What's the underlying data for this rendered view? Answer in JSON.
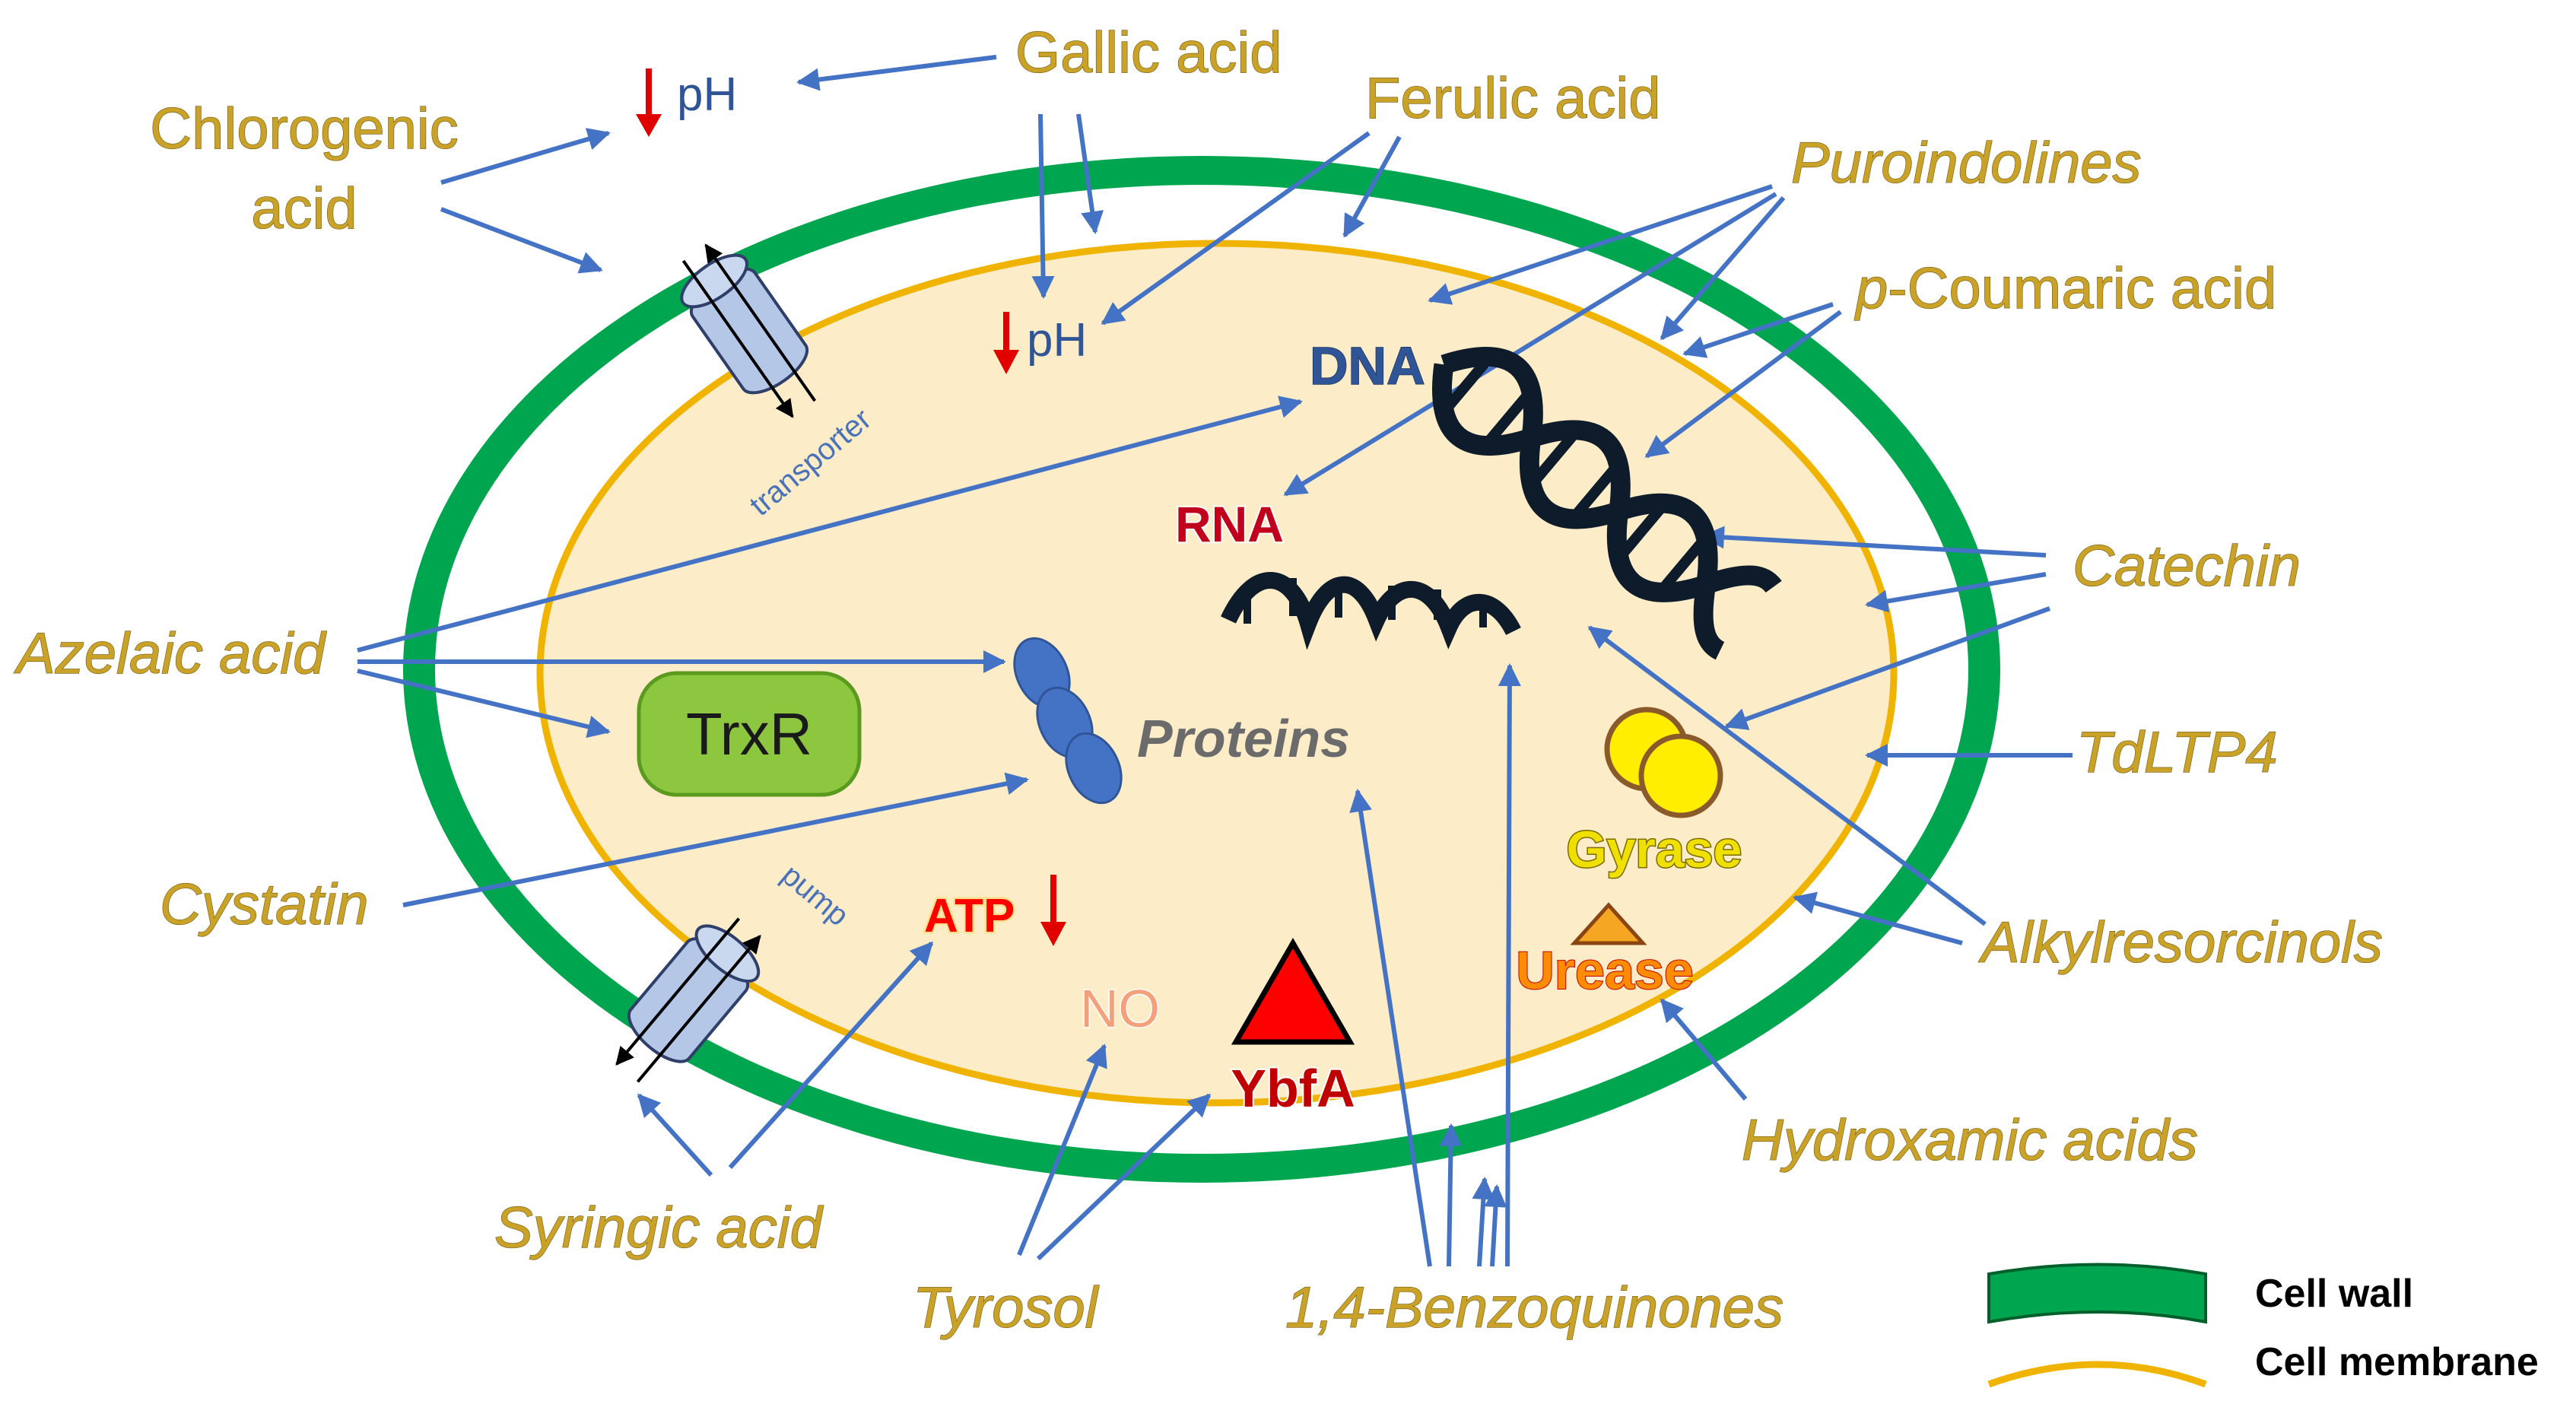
{
  "compounds": {
    "gallic_acid": "Gallic acid",
    "chlorogenic_line1": "Chlorogenic",
    "chlorogenic_line2": "acid",
    "ferulic_acid": "Ferulic acid",
    "puroindolines": "Puroindolines",
    "p_coumaric_prefix": "p",
    "p_coumaric_rest": "-Coumaric acid",
    "catechin": "Catechin",
    "tdltp4": "TdLTP4",
    "alkylresorcinols": "Alkylresorcinols",
    "hydroxamic_acids": "Hydroxamic acids",
    "benzoquinones": "1,4-Benzoquinones",
    "tyrosol": "Tyrosol",
    "syringic_acid": "Syringic acid",
    "cystatin": "Cystatin",
    "azelaic_acid": "Azelaic acid"
  },
  "targets": {
    "ph_outside": "pH",
    "ph_inside": "pH",
    "dna": "DNA",
    "rna": "RNA",
    "proteins": "Proteins",
    "trxr": "TrxR",
    "atp": "ATP",
    "no": "NO",
    "ybfa": "YbfA",
    "gyrase": "Gyrase",
    "urease": "Urease",
    "transporter": "transporter",
    "pump": "pump"
  },
  "legend": {
    "cell_wall": "Cell wall",
    "cell_membrane": "Cell membrane"
  },
  "colors": {
    "cell_wall": "#00a64f",
    "cell_membrane": "#f0b400",
    "cytoplasm": "#fdecc8",
    "arrow": "#4472c4",
    "compound_label": "#c9a227",
    "decrease_arrow": "#e00000",
    "protein": "#4472c4",
    "trxr": "#8dc63f",
    "gyrase": "#ffee00",
    "urease": "#f5a623",
    "ybfa": "#ff0000",
    "dna": "#0d1b2a"
  },
  "icons": [
    "down-arrow-icon",
    "transporter-icon",
    "pump-icon",
    "dna-helix-icon",
    "rna-strand-icon",
    "protein-icon",
    "gyrase-icon",
    "urease-icon",
    "ybfa-icon"
  ]
}
